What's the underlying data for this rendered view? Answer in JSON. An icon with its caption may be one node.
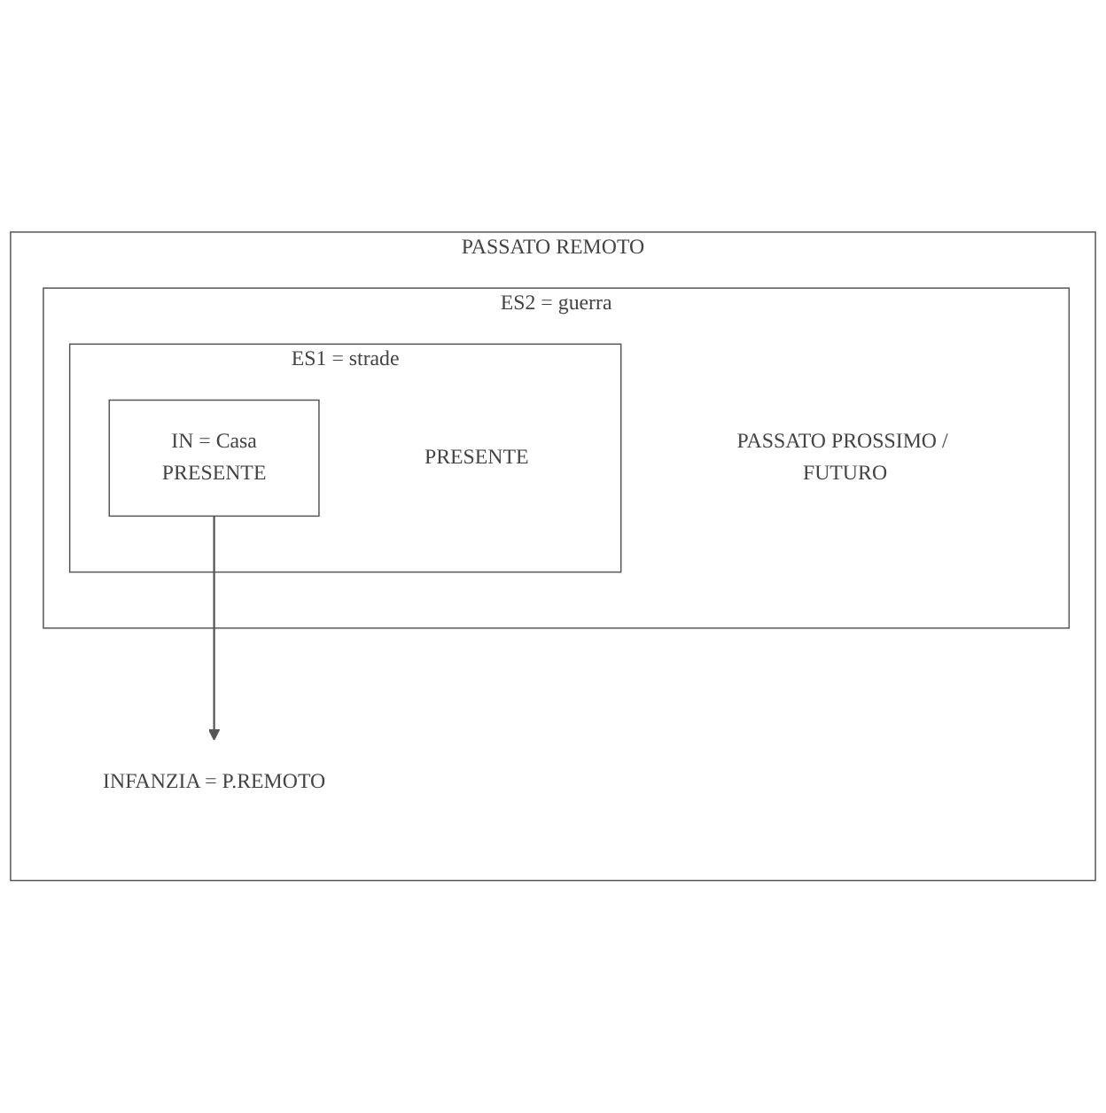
{
  "diagram": {
    "nodes": [
      {
        "text": [
          "PASSATO REMOTO"
        ]
      },
      {
        "text": [
          "ES2 = guerra",
          "PASSATO PROSSIMO / FUTURO"
        ],
        "in": 0
      },
      {
        "text": [
          "ES1 = strade",
          "PRESENTE"
        ],
        "in": 1
      },
      {
        "text": [
          "IN = Casa",
          "PRESENTE"
        ],
        "in": 2
      },
      {
        "text": [
          "INFANZIA = P.REMOTO"
        ],
        "in": 0
      }
    ],
    "edges": [
      {
        "from": 3,
        "to": 4,
        "arrow": "to"
      }
    ]
  }
}
